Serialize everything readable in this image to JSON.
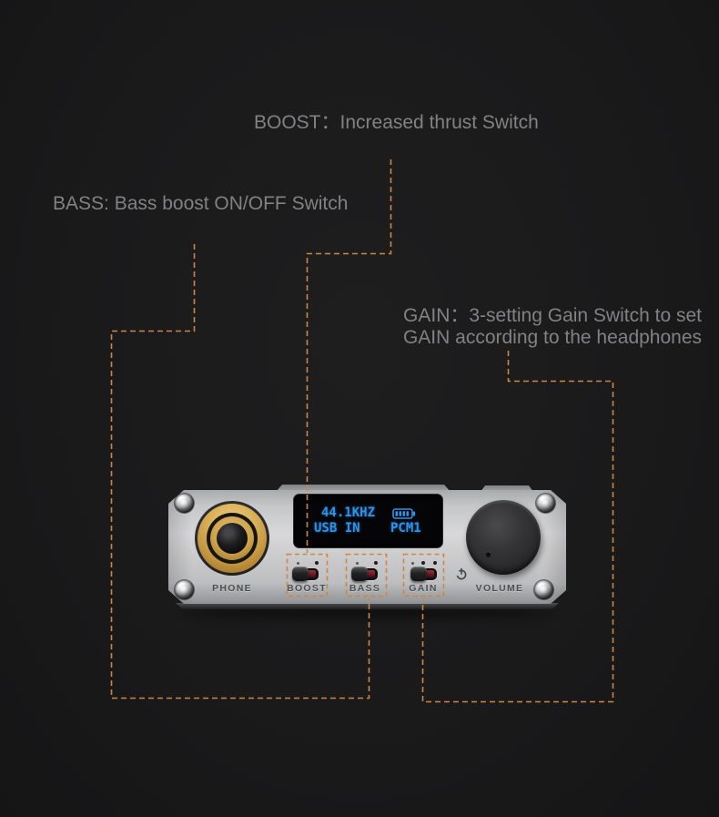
{
  "annotations": {
    "boost": {
      "text": "BOOST：Increased thrust Switch"
    },
    "bass": {
      "text": "BASS: Bass boost ON/OFF Switch"
    },
    "gain": {
      "line1": "GAIN：3-setting Gain Switch to set",
      "line2": "GAIN according to the headphones"
    }
  },
  "device": {
    "display": {
      "sample_rate": "44.1KHZ",
      "input": "USB IN",
      "format": "PCM1",
      "battery_icon": "battery-icon"
    },
    "labels": {
      "phone": "PHONE",
      "boost": "BOOST",
      "bass": "BASS",
      "gain": "GAIN",
      "volume": "VOLUME"
    },
    "power_icon": "power-icon"
  },
  "colors": {
    "background": "#1a1a1b",
    "annotation_text": "#828284",
    "dash_accent": "#cc8747",
    "display_text": "#3192ea",
    "label_engraved": "#4c4d4f"
  }
}
